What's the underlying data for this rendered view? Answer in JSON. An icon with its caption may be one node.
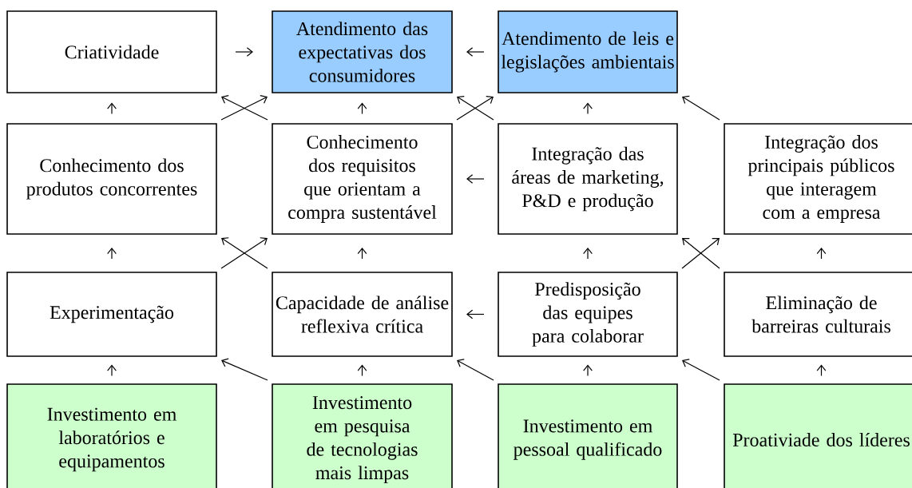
{
  "diagram": {
    "nodes": [
      {
        "text": [
          "Criatividade"
        ]
      },
      {
        "text": [
          "Atendimento das expectativas dos consumidores"
        ]
      },
      {
        "text": [
          "Atendimento de leis e legislações ambientais"
        ]
      },
      {
        "text": [
          "Conhecimento dos produtos concorrentes"
        ]
      },
      {
        "text": [
          "Conhecimento dos requisitos que orientam a compra sustentável"
        ]
      },
      {
        "text": [
          "Integração das áreas de marketing, P&D e produção"
        ]
      },
      {
        "text": [
          "Integração dos principais públicos que interagem com a empresa"
        ]
      },
      {
        "text": [
          "Experimentação"
        ]
      },
      {
        "text": [
          "Capacidade de análise reflexiva crítica"
        ]
      },
      {
        "text": [
          "Predisposição das equipes para colaborar"
        ]
      },
      {
        "text": [
          "Eliminação de barreiras culturais"
        ]
      },
      {
        "text": [
          "Investimento em laboratórios e equipamentos"
        ]
      },
      {
        "text": [
          "Investimento em pesquisa de tecnologias mais limpas"
        ]
      },
      {
        "text": [
          "Investimento em pessoal qualificado"
        ]
      },
      {
        "text": [
          "Proativiade dos líderes"
        ]
      }
    ],
    "edges": [
      {
        "from": 0,
        "to": 1,
        "arrow": "to"
      },
      {
        "from": 2,
        "to": 1,
        "arrow": "to"
      },
      {
        "from": 3,
        "to": 0,
        "arrow": "to"
      },
      {
        "from": 3,
        "to": 1,
        "arrow": "to"
      },
      {
        "from": 4,
        "to": 0,
        "arrow": "to"
      },
      {
        "from": 4,
        "to": 1,
        "arrow": "to"
      },
      {
        "from": 4,
        "to": 2,
        "arrow": "to"
      },
      {
        "from": 5,
        "to": 1,
        "arrow": "to"
      },
      {
        "from": 5,
        "to": 2,
        "arrow": "to"
      },
      {
        "from": 6,
        "to": 2,
        "arrow": "to"
      },
      {
        "from": 5,
        "to": 4,
        "arrow": "to"
      },
      {
        "from": 7,
        "to": 3,
        "arrow": "to"
      },
      {
        "from": 7,
        "to": 4,
        "arrow": "to"
      },
      {
        "from": 8,
        "to": 3,
        "arrow": "to"
      },
      {
        "from": 8,
        "to": 4,
        "arrow": "to"
      },
      {
        "from": 9,
        "to": 5,
        "arrow": "to"
      },
      {
        "from": 9,
        "to": 6,
        "arrow": "to"
      },
      {
        "from": 10,
        "to": 5,
        "arrow": "to"
      },
      {
        "from": 10,
        "to": 6,
        "arrow": "to"
      },
      {
        "from": 9,
        "to": 8,
        "arrow": "to"
      },
      {
        "from": 11,
        "to": 7,
        "arrow": "to"
      },
      {
        "from": 12,
        "to": 7,
        "arrow": "to"
      },
      {
        "from": 12,
        "to": 8,
        "arrow": "to"
      },
      {
        "from": 13,
        "to": 8,
        "arrow": "to"
      },
      {
        "from": 13,
        "to": 9,
        "arrow": "to"
      },
      {
        "from": 14,
        "to": 9,
        "arrow": "to"
      },
      {
        "from": 14,
        "to": 10,
        "arrow": "to"
      }
    ]
  }
}
